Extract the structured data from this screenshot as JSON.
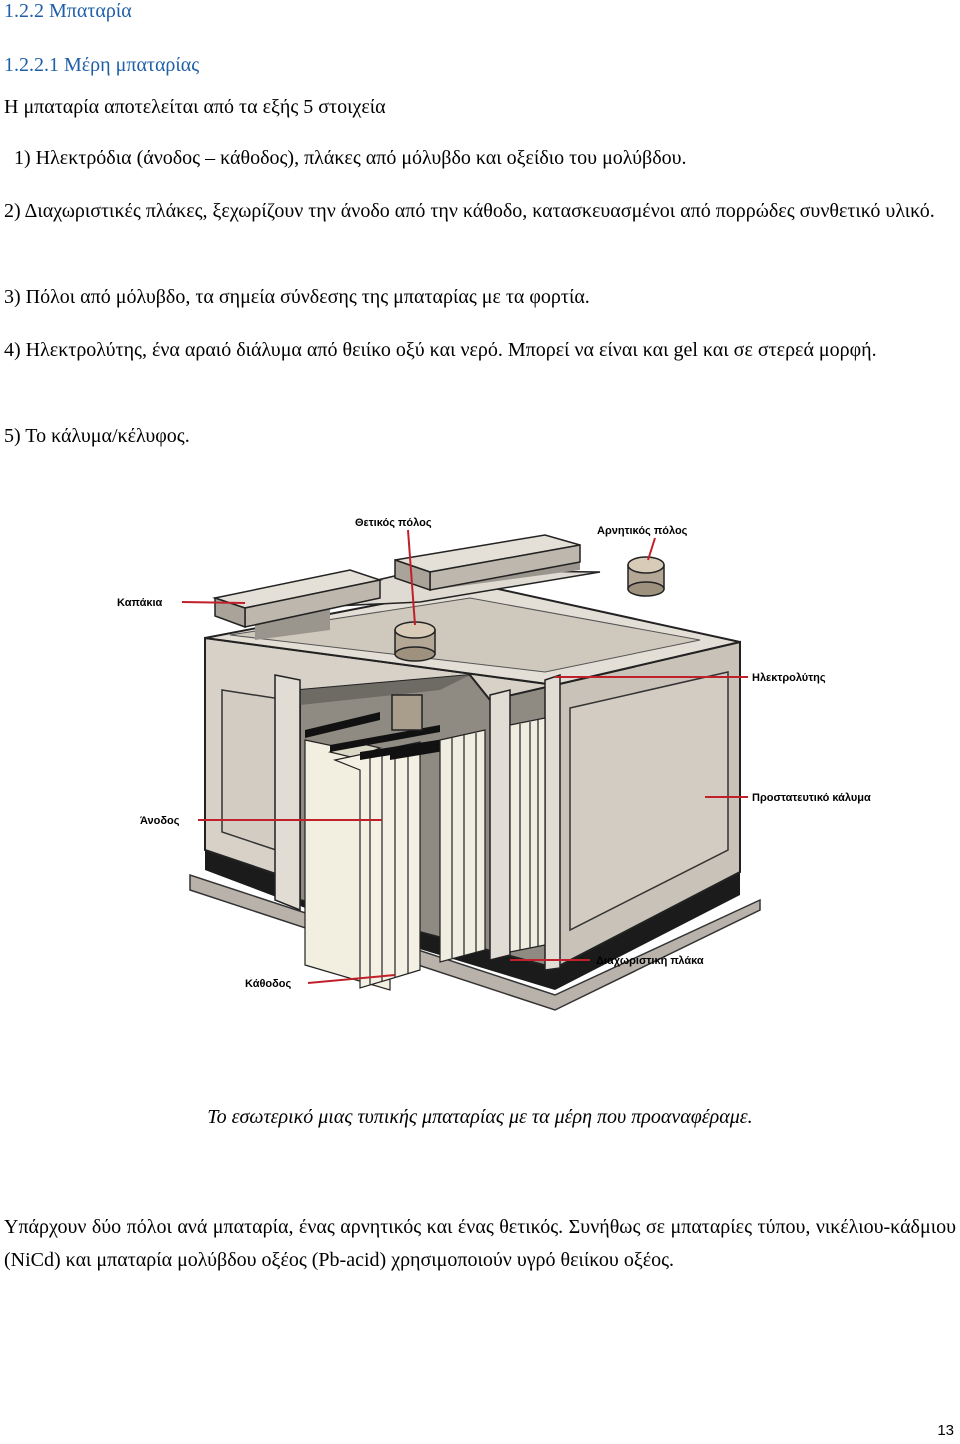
{
  "heading1": "1.2.2 Μπαταρία",
  "heading2": "1.2.2.1 Μέρη μπαταρίας",
  "intro": "Η μπαταρία αποτελείται από τα εξής 5 στοιχεία",
  "items": [
    "1) Ηλεκτρόδια (άνοδος – κάθοδος), πλάκες από μόλυβδο και οξείδιο του μολύβδου.",
    "2) Διαχωριστικές πλάκες, ξεχωρίζουν την άνοδο από την κάθοδο, κατασκευασμένοι από πορρώδες συνθετικό υλικό.",
    "3) Πόλοι από μόλυβδο, τα σημεία σύνδεσης της μπαταρίας με τα φορτία.",
    "4) Ηλεκτρολύτης, ένα αραιό διάλυμα από θειίκο οξύ και νερό. Μπορεί να είναι και gel και σε στερεά μορφή.",
    "5) Το κάλυμα/κέλυφος."
  ],
  "figure": {
    "labels": {
      "positive_pole": "Θετικός πόλος",
      "negative_pole": "Αρνητικός πόλος",
      "caps": "Καπάκια",
      "electrolyte": "Ηλεκτρολύτης",
      "anode": "Άνοδος",
      "protective_cover": "Προστατευτικό κάλυμα",
      "cathode": "Κάθοδος",
      "separator": "Διαχωριστική πλάκα"
    },
    "caption": "Το εσωτερικό μιας τυπικής μπαταρίας με τα μέρη που προαναφέραμε."
  },
  "closing": "Υπάρχουν δύο πόλοι ανά μπαταρία, ένας αρνητικός και ένας θετικός. Συνήθως σε μπαταρίες τύπου, νικέλιου-κάδμιου (NiCd) και μπαταρία μολύβδου οξέος (Pb-acid) χρησιμοποιούν υγρό θειίκου οξέος.",
  "page_number": "13",
  "colors": {
    "link": "#1f5fa8",
    "leader": "#c0202a",
    "case": "#d9d4cc",
    "plate": "#f3f1e2"
  }
}
